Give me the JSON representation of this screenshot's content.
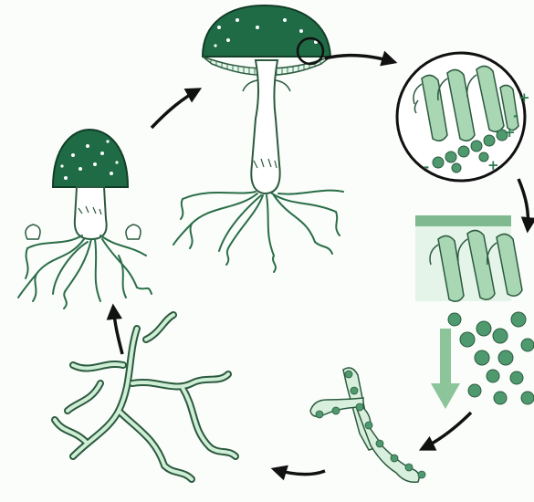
{
  "diagram": {
    "subject": "mushroom-life-cycle",
    "stages": [
      "young-fruiting-body",
      "mature-mushroom",
      "gill-detail-with-basidia",
      "spore-release",
      "germinating-spore-hyphae",
      "mycelium-network"
    ],
    "charges": [
      "+",
      "-",
      "+",
      "-",
      "+"
    ],
    "colors": {
      "dark_green": "#1f6b45",
      "mid_green": "#4e9a6e",
      "light_green": "#a9d6b3",
      "pale_green": "#d7efdc",
      "arrow": "#111111",
      "down_arrow": "#8cc59a"
    }
  }
}
